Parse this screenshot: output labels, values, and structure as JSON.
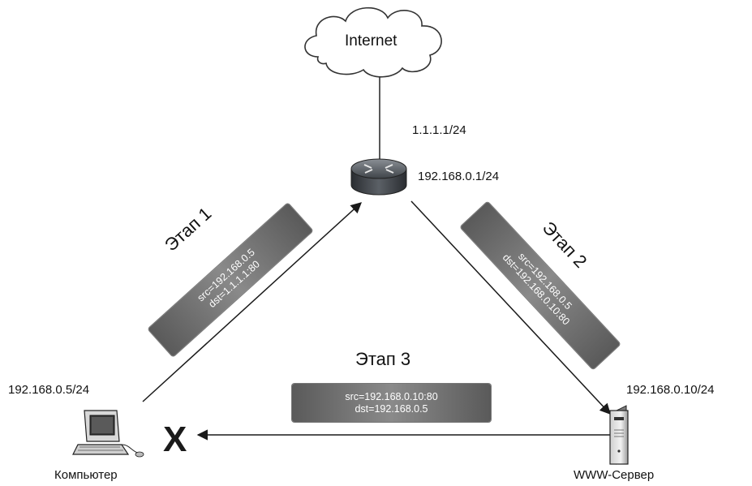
{
  "cloud": {
    "label": "Internet"
  },
  "router": {
    "wan_ip": "1.1.1.1/24",
    "lan_ip": "192.168.0.1/24"
  },
  "computer": {
    "ip": "192.168.0.5/24",
    "name": "Компьютер"
  },
  "server": {
    "ip": "192.168.0.10/24",
    "name": "WWW-Сервер"
  },
  "stages": [
    {
      "title": "Этап 1",
      "src": "src=192.168.0.5",
      "dst": "dst=1.1.1.1:80"
    },
    {
      "title": "Этап 2",
      "src": "src=192.168.0.5",
      "dst": "dst=192.168.0.10:80"
    },
    {
      "title": "Этап 3",
      "src": "src=192.168.0.10:80",
      "dst": "dst=192.168.0.5"
    }
  ],
  "blocked_mark": "X"
}
